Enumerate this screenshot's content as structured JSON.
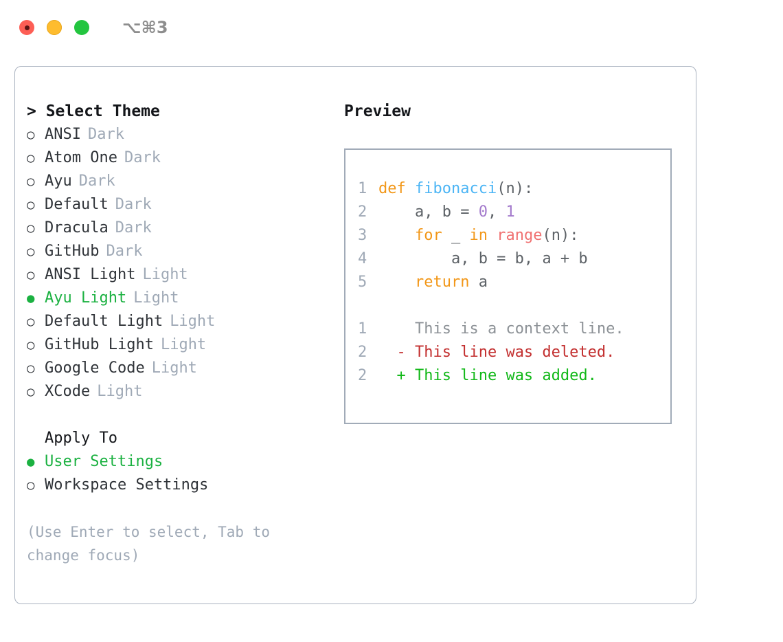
{
  "titlebar": {
    "shortcut": "⌥⌘3",
    "buttons": [
      {
        "name": "close",
        "color": "#fd5e55"
      },
      {
        "name": "minimize",
        "color": "#febc2e"
      },
      {
        "name": "maximize",
        "color": "#23c53f"
      }
    ]
  },
  "theme_panel": {
    "heading": "> Select Theme",
    "marker_selected": "●",
    "marker_unselected": "○",
    "options": [
      {
        "label": "ANSI",
        "tag": "Dark",
        "selected": false
      },
      {
        "label": "Atom One",
        "tag": "Dark",
        "selected": false
      },
      {
        "label": "Ayu",
        "tag": "Dark",
        "selected": false
      },
      {
        "label": "Default",
        "tag": "Dark",
        "selected": false
      },
      {
        "label": "Dracula",
        "tag": "Dark",
        "selected": false
      },
      {
        "label": "GitHub",
        "tag": "Dark",
        "selected": false
      },
      {
        "label": "ANSI Light",
        "tag": "Light",
        "selected": false
      },
      {
        "label": "Ayu Light",
        "tag": "Light",
        "selected": true
      },
      {
        "label": "Default Light",
        "tag": "Light",
        "selected": false
      },
      {
        "label": "GitHub Light",
        "tag": "Light",
        "selected": false
      },
      {
        "label": "Google Code",
        "tag": "Light",
        "selected": false
      },
      {
        "label": "XCode",
        "tag": "Light",
        "selected": false
      }
    ]
  },
  "apply_to": {
    "heading": "Apply To",
    "options": [
      {
        "label": "User Settings",
        "selected": true
      },
      {
        "label": "Workspace Settings",
        "selected": false
      }
    ]
  },
  "hint": "(Use Enter to select, Tab to change focus)",
  "preview": {
    "heading": "Preview",
    "code_lines": [
      {
        "number": "1",
        "tokens": [
          {
            "text": "def ",
            "type": "kw"
          },
          {
            "text": "fibonacci",
            "type": "fn"
          },
          {
            "text": "(n):",
            "type": "plain"
          }
        ]
      },
      {
        "number": "2",
        "tokens": [
          {
            "text": "    a, b = ",
            "type": "plain"
          },
          {
            "text": "0",
            "type": "num"
          },
          {
            "text": ", ",
            "type": "plain"
          },
          {
            "text": "1",
            "type": "num"
          }
        ]
      },
      {
        "number": "3",
        "tokens": [
          {
            "text": "    ",
            "type": "plain"
          },
          {
            "text": "for",
            "type": "kw"
          },
          {
            "text": " _ ",
            "type": "plain"
          },
          {
            "text": "in",
            "type": "kw"
          },
          {
            "text": " ",
            "type": "plain"
          },
          {
            "text": "range",
            "type": "bi"
          },
          {
            "text": "(n):",
            "type": "plain"
          }
        ]
      },
      {
        "number": "4",
        "tokens": [
          {
            "text": "        a, b = b, a + b",
            "type": "plain"
          }
        ]
      },
      {
        "number": "5",
        "tokens": [
          {
            "text": "    ",
            "type": "plain"
          },
          {
            "text": "return",
            "type": "kw"
          },
          {
            "text": " a",
            "type": "plain"
          }
        ]
      }
    ],
    "diff_lines": [
      {
        "number": "1",
        "sign": " ",
        "text": " This is a context line.",
        "type": "ctx"
      },
      {
        "number": "2",
        "sign": "-",
        "text": " This line was deleted.",
        "type": "del"
      },
      {
        "number": "2",
        "sign": "+",
        "text": " This line was added.",
        "type": "add"
      }
    ]
  },
  "colors": {
    "accent_green": "#1bb141",
    "muted": "#9fa9b6",
    "text": "#2f3338",
    "border": "#a9b2bf",
    "keyword": "#f29718",
    "function": "#4cb5f5",
    "number": "#a37acc",
    "builtin": "#f07171",
    "diff_deleted": "#c33030",
    "diff_added": "#11b818"
  }
}
